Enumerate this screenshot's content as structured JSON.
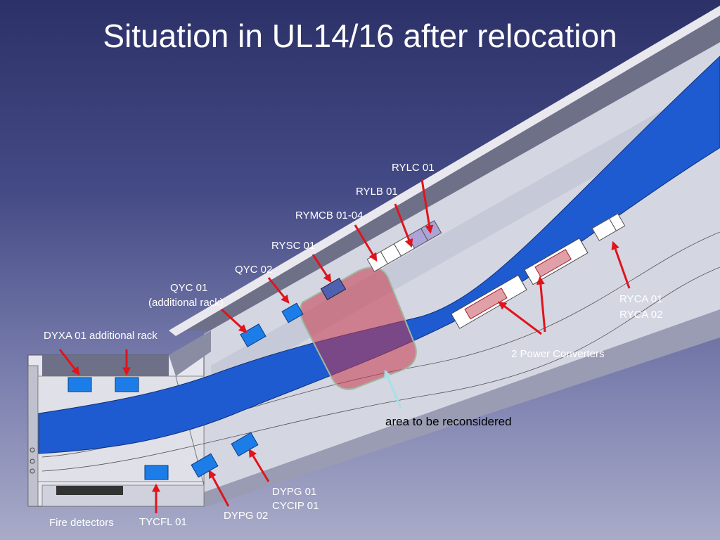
{
  "title": "Situation in UL14/16 after relocation",
  "labels": {
    "rylc": "RYLC 01",
    "rylb": "RYLB 01",
    "rymcb": "RYMCB 01-04",
    "rysc": "RYSC 01",
    "qyc02": "QYC 02",
    "qyc01": "QYC 01",
    "qyc01_note": "(additional rack)",
    "dyxa": "DYXA 01  additional rack",
    "ryca01": "RYCA 01",
    "ryca02": "RYCA 02",
    "power_converters": "2  Power Converters",
    "area": "area to be reconsidered",
    "dypg01": "DYPG 01",
    "cycip01": "CYCIP 01",
    "dypg02": "DYPG 02",
    "tycfl01": "TYCFL 01",
    "fire": "Fire detectors"
  },
  "colors": {
    "beam_band": "#1e5bd0",
    "rack": "#1d7de8",
    "arrow": "#e0141b",
    "area_fill": "#c8384a",
    "area_pointer": "#a8e0e6",
    "tunnel": "#d4d6e2"
  }
}
